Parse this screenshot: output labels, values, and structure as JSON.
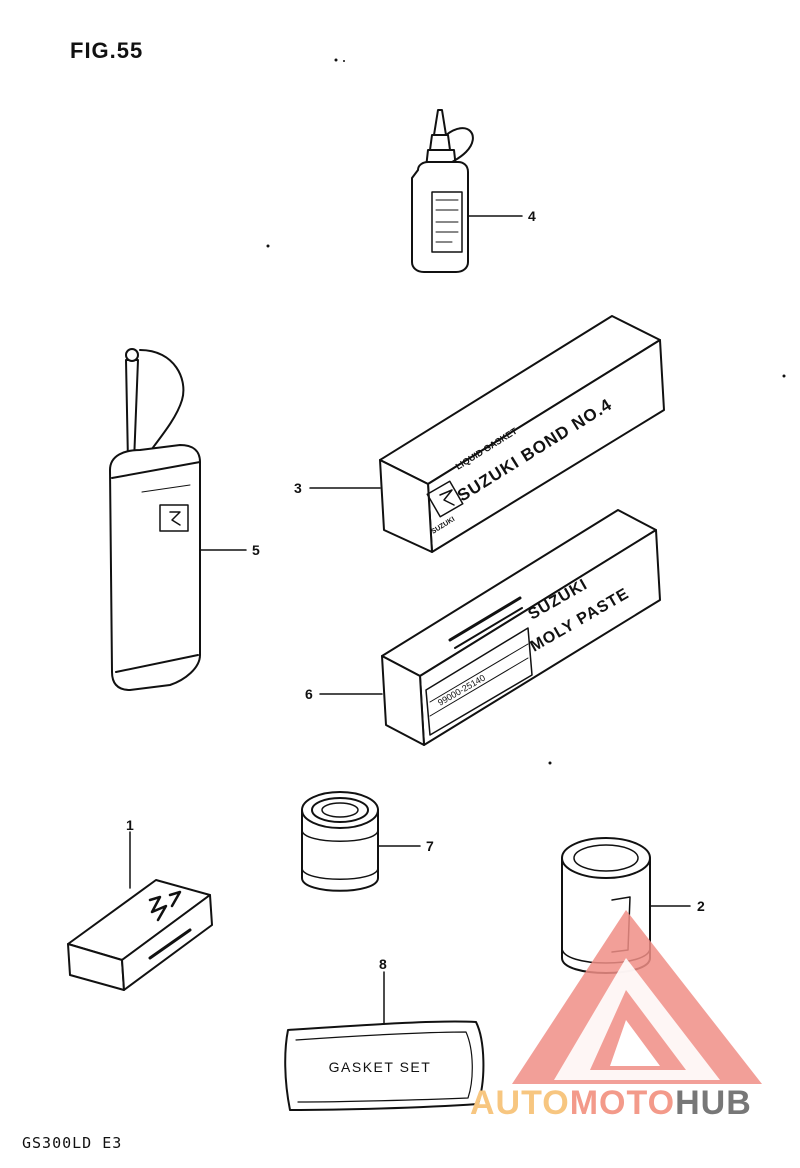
{
  "figure": {
    "title": "FIG.55",
    "model": "GS300LD E3"
  },
  "parts": [
    {
      "callout": "1",
      "name": "tool kit case"
    },
    {
      "callout": "2",
      "name": "oil filter"
    },
    {
      "callout": "3",
      "name": "liquid gasket box",
      "label_lines": [
        "LIQUID GASKET",
        "SUZUKI BOND NO.4"
      ],
      "brand": "SUZUKI"
    },
    {
      "callout": "4",
      "name": "small bottle"
    },
    {
      "callout": "5",
      "name": "oil can"
    },
    {
      "callout": "6",
      "name": "moly paste box",
      "label_lines": [
        "SUZUKI",
        "MOLY PASTE"
      ],
      "part_number": "99000-25140"
    },
    {
      "callout": "7",
      "name": "small can"
    },
    {
      "callout": "8",
      "name": "gasket set",
      "label": "GASKET SET"
    }
  ],
  "watermark": {
    "word_1": "AUTO",
    "word_2": "MOTO",
    "word_3": "HUB",
    "colors": {
      "triangle": "#f08e86",
      "auto": "#f7c680",
      "moto": "#f39a8a",
      "hub": "#777777"
    }
  }
}
